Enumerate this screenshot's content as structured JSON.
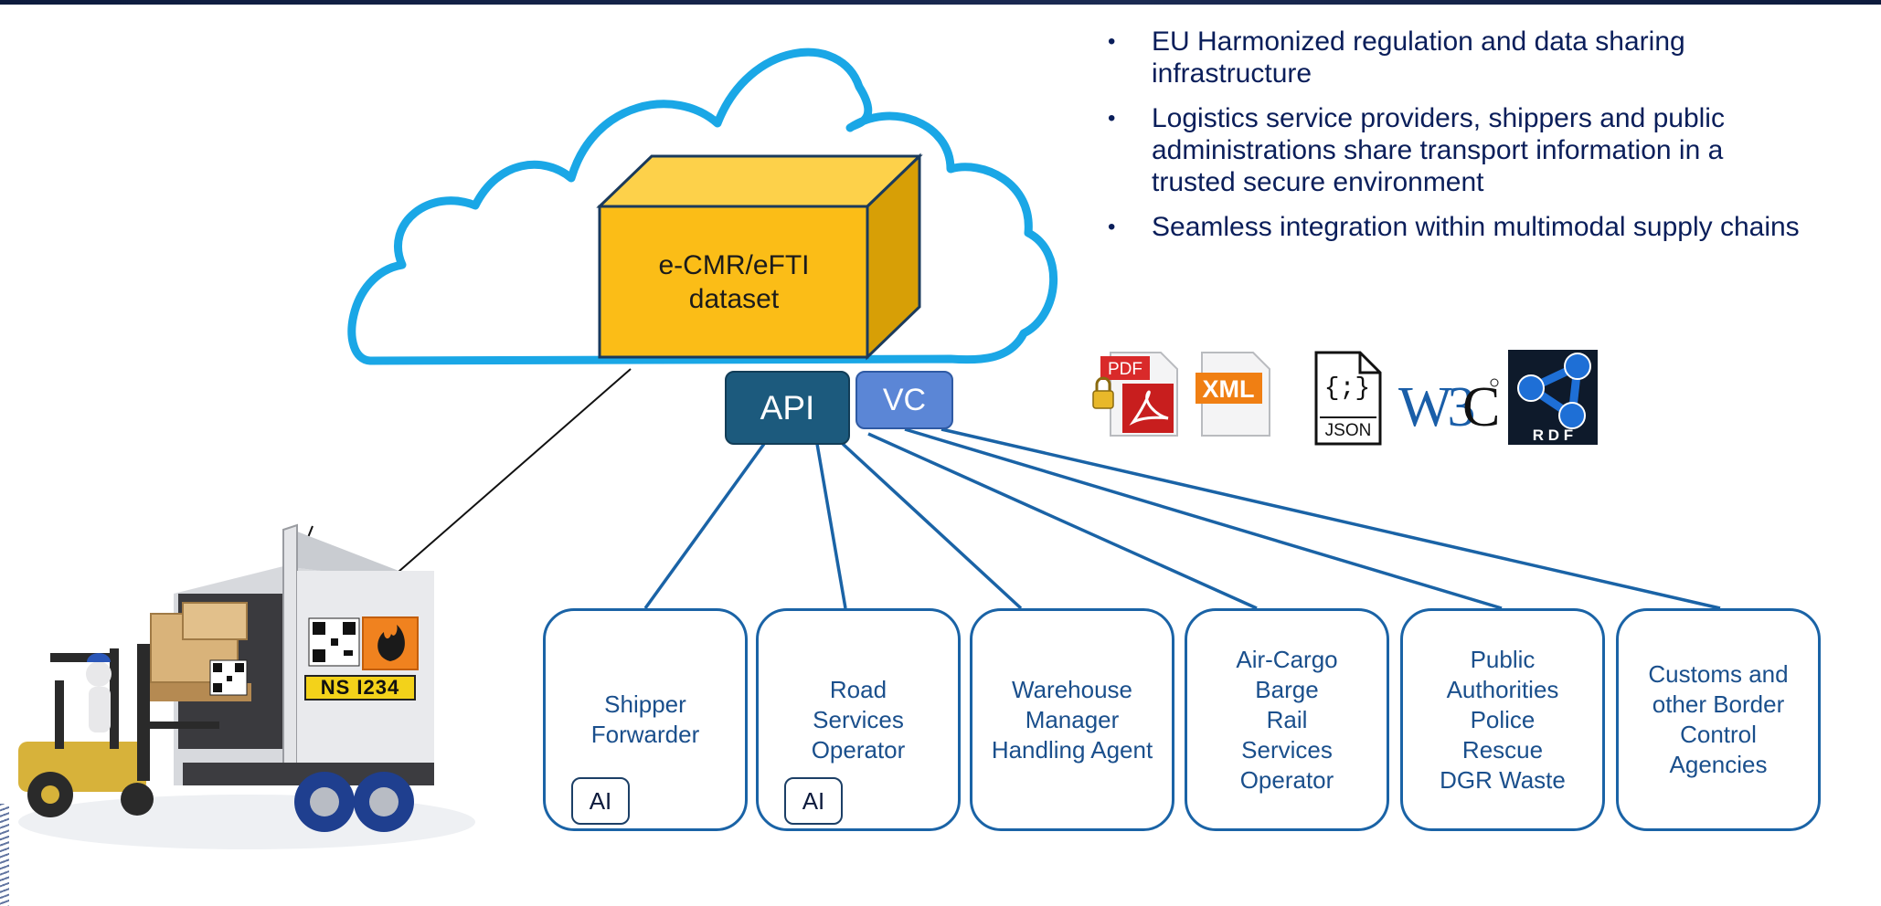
{
  "cloud": {
    "dataset_label": "e-CMR/eFTI\ndataset"
  },
  "interfaces": {
    "api": "API",
    "vc": "VC"
  },
  "bullets": [
    "EU Harmonized regulation and data sharing infrastructure",
    "Logistics service providers, shippers and public administrations share transport information in a trusted secure environment",
    "Seamless integration within multimodal supply chains"
  ],
  "formats": {
    "pdf": "PDF",
    "xml": "XML",
    "json_glyph": "{;}",
    "json": "JSON",
    "w3c": "W3C",
    "rdf": "R D F"
  },
  "truck": {
    "plate": "NS I234"
  },
  "actors": [
    {
      "label": "Shipper\nForwarder",
      "badge": "AI"
    },
    {
      "label": "Road\nServices\nOperator",
      "badge": "AI"
    },
    {
      "label": "Warehouse\nManager\nHandling Agent"
    },
    {
      "label": "Air-Cargo\nBarge\nRail\nServices\nOperator"
    },
    {
      "label": "Public\nAuthorities\nPolice\nRescue\nDGR Waste"
    },
    {
      "label": "Customs and\nother Border\nControl\nAgencies"
    }
  ],
  "colors": {
    "cloud_outline": "#1aa7e6",
    "cube_front": "#fbbd17",
    "cube_top": "#fdd14a",
    "cube_side": "#d79f06",
    "api": "#1c5a7d",
    "vc": "#5b86d6",
    "connector": "#1a63a6",
    "bullet_text": "#0a1e5a"
  }
}
